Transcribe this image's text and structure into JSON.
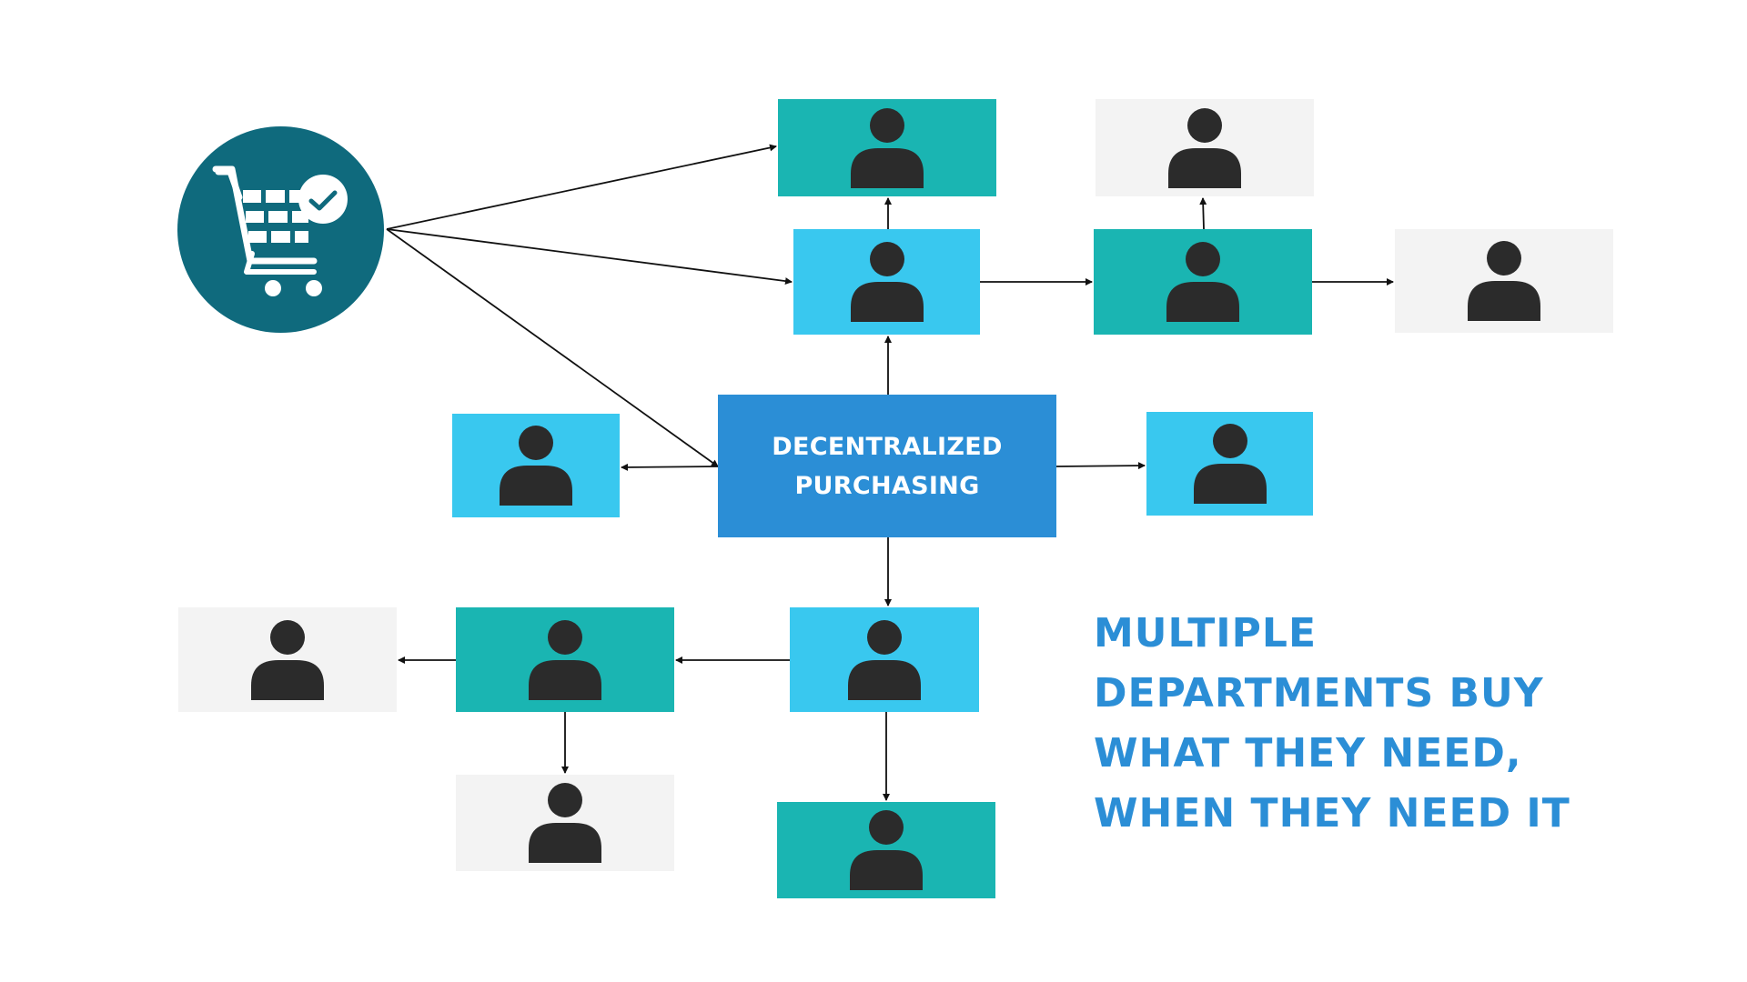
{
  "colors": {
    "background": "#ffffff",
    "teal": "#1ab5b2",
    "light_blue": "#39c8ef",
    "grey": "#f3f3f3",
    "center_blue": "#2b8ed6",
    "cart_circle": "#0f6a7d",
    "person": "#2b2b2b",
    "line": "#111111",
    "caption": "#2b8ed6",
    "white": "#ffffff"
  },
  "diagram": {
    "center_label": [
      "DECENTRALIZED",
      "PURCHASING"
    ],
    "caption_lines": [
      "MULTIPLE",
      "DEPARTMENTS BUY",
      "WHAT THEY NEED,",
      "WHEN THEY NEED IT"
    ],
    "source_icon": "shopping-cart-check-icon",
    "node_icon": "person-icon"
  }
}
